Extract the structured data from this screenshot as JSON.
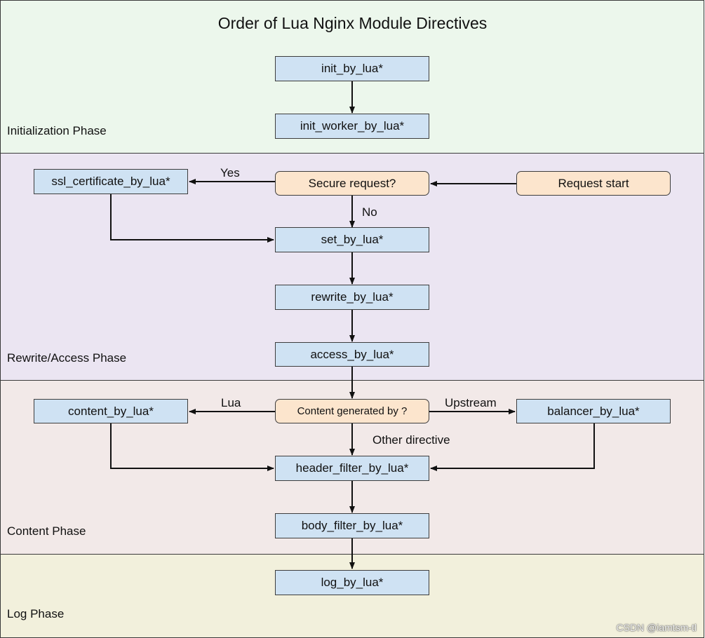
{
  "title": "Order of Lua Nginx Module Directives",
  "colors": {
    "init_band": "#ecf7ec",
    "rewrite_band": "#ebe5f2",
    "content_band": "#f2e9e8",
    "log_band": "#f2f0dc",
    "directive_fill": "#cfe2f3",
    "decision_fill": "#fce5cd"
  },
  "phases": {
    "init": "Initialization Phase",
    "rewrite": "Rewrite/Access Phase",
    "content": "Content Phase",
    "log": "Log Phase"
  },
  "nodes": {
    "init_by_lua": "init_by_lua*",
    "init_worker_by_lua": "init_worker_by_lua*",
    "ssl_certificate_by_lua": "ssl_certificate_by_lua*",
    "secure_request": "Secure request?",
    "request_start": "Request start",
    "set_by_lua": "set_by_lua*",
    "rewrite_by_lua": "rewrite_by_lua*",
    "access_by_lua": "access_by_lua*",
    "content_by_lua": "content_by_lua*",
    "content_generated_by": "Content generated by ?",
    "balancer_by_lua": "balancer_by_lua*",
    "header_filter_by_lua": "header_filter_by_lua*",
    "body_filter_by_lua": "body_filter_by_lua*",
    "log_by_lua": "log_by_lua*"
  },
  "edge_labels": {
    "yes": "Yes",
    "no": "No",
    "lua": "Lua",
    "upstream": "Upstream",
    "other_directive": "Other directive"
  },
  "watermark": "CSDN @iamtsm-tl"
}
